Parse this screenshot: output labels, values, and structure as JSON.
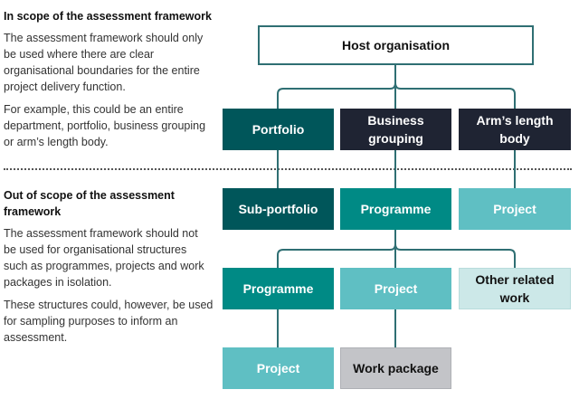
{
  "in_scope": {
    "heading": "In scope of the assessment framework",
    "paragraphs": [
      "The assessment framework should only be used where there are clear organisational boundaries for the entire project delivery function.",
      "For example, this could be an entire department, portfolio, business grouping or arm’s length body."
    ]
  },
  "out_of_scope": {
    "heading": "Out of scope of the assessment framework",
    "paragraphs": [
      "The assessment framework should not be used for organisational structures such as programmes, projects and work packages in isolation.",
      "These structures could, however, be used for sampling purposes to inform an assessment."
    ]
  },
  "diagram": {
    "root": "Host organisation",
    "row1": [
      "Portfolio",
      "Business grouping",
      "Arm’s length body"
    ],
    "row2": [
      "Sub-portfolio",
      "Programme",
      "Project"
    ],
    "row3": [
      "Programme",
      "Project",
      "Other related work"
    ],
    "row4": [
      "Project",
      "Work package"
    ],
    "colors": {
      "connector": "#2f6f73",
      "teal_dark": "#00565a",
      "navy": "#1f2433",
      "teal": "#008a85",
      "teal_light": "#5fbfc3",
      "teal_pale": "#cce8e8",
      "grey": "#c3c4c8"
    }
  }
}
